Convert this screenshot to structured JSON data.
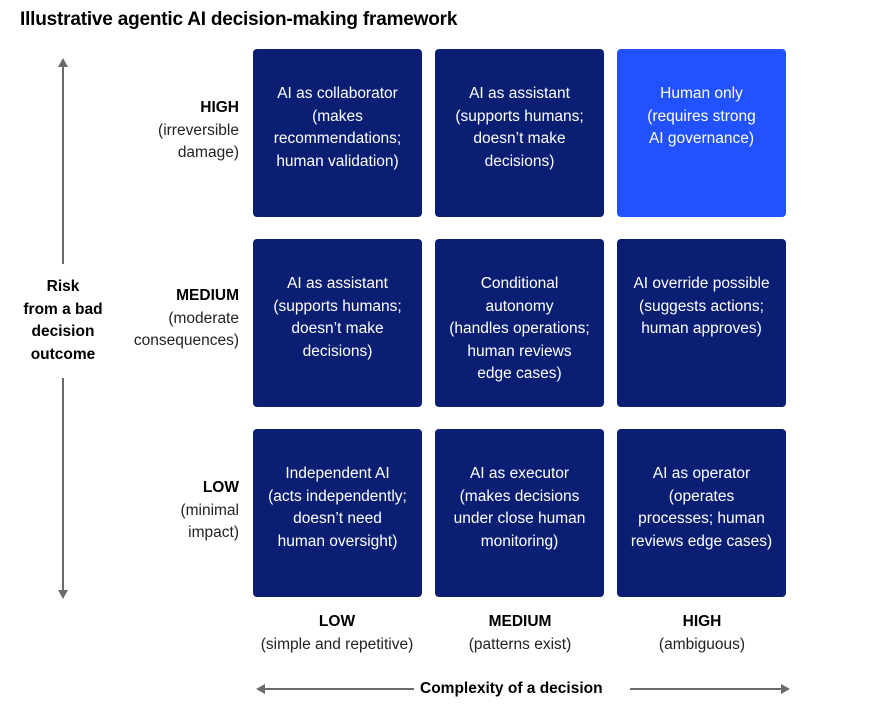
{
  "title": "Illustrative agentic AI decision-making framework",
  "colors": {
    "cell_default": "#0a1f74",
    "cell_highlight": "#2251ff",
    "axis": "#6b6b6b"
  },
  "y_axis": {
    "title_lines": [
      "Risk",
      "from a bad",
      "decision",
      "outcome"
    ],
    "levels": [
      {
        "level": "HIGH",
        "desc_lines": [
          "(irreversible",
          "damage)"
        ]
      },
      {
        "level": "MEDIUM",
        "desc_lines": [
          "(moderate",
          "consequences)"
        ]
      },
      {
        "level": "LOW",
        "desc_lines": [
          "(minimal",
          "impact)"
        ]
      }
    ]
  },
  "x_axis": {
    "title": "Complexity of a decision",
    "levels": [
      {
        "level": "LOW",
        "desc": "(simple and repetitive)"
      },
      {
        "level": "MEDIUM",
        "desc": "(patterns exist)"
      },
      {
        "level": "HIGH",
        "desc": "(ambiguous)"
      }
    ]
  },
  "grid": [
    [
      {
        "lines": [
          "AI as collaborator",
          "(makes",
          "recommendations;",
          "human validation)"
        ],
        "highlight": false
      },
      {
        "lines": [
          "AI as assistant",
          "(supports humans;",
          "doesn’t make",
          "decisions)"
        ],
        "highlight": false
      },
      {
        "lines": [
          "Human only",
          "(requires strong",
          "AI governance)"
        ],
        "highlight": true
      }
    ],
    [
      {
        "lines": [
          "AI as assistant",
          "(supports humans;",
          "doesn’t make",
          "decisions)"
        ],
        "highlight": false
      },
      {
        "lines": [
          "Conditional",
          "autonomy",
          "(handles operations;",
          "human reviews",
          "edge cases)"
        ],
        "highlight": false
      },
      {
        "lines": [
          "AI override possible",
          "(suggests actions;",
          "human approves)"
        ],
        "highlight": false
      }
    ],
    [
      {
        "lines": [
          "Independent AI",
          "(acts independently;",
          "doesn’t need",
          "human oversight)"
        ],
        "highlight": false
      },
      {
        "lines": [
          "AI as executor",
          "(makes decisions",
          "under close human",
          "monitoring)"
        ],
        "highlight": false
      },
      {
        "lines": [
          "AI as operator",
          "(operates",
          "processes; human",
          "reviews edge cases)"
        ],
        "highlight": false
      }
    ]
  ]
}
